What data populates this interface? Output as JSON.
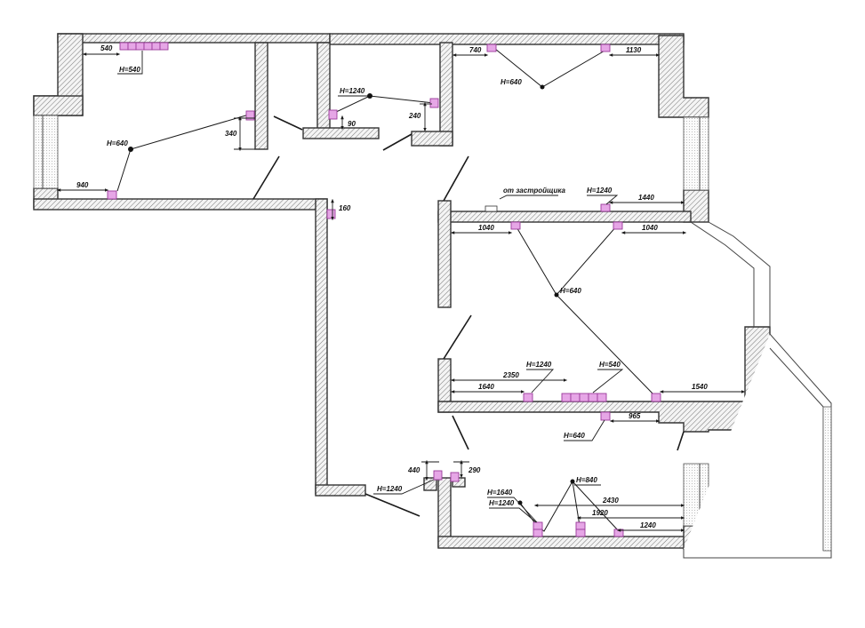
{
  "colors": {
    "wall_stroke": "#333333",
    "socket_fill": "#e6a6e6",
    "socket_stroke": "#9a3a9a",
    "line": "#1a1a1a",
    "background": "#ffffff"
  },
  "labels": [
    {
      "id": "d-540-top",
      "text": "540"
    },
    {
      "id": "h-540-top",
      "text": "H=540"
    },
    {
      "id": "h-640-left",
      "text": "H=640"
    },
    {
      "id": "d-340",
      "text": "340"
    },
    {
      "id": "d-940",
      "text": "940"
    },
    {
      "id": "h-1240-hall",
      "text": "H=1240"
    },
    {
      "id": "d-90",
      "text": "90"
    },
    {
      "id": "d-240",
      "text": "240"
    },
    {
      "id": "d-160",
      "text": "160"
    },
    {
      "id": "d-740",
      "text": "740"
    },
    {
      "id": "d-1130",
      "text": "1130"
    },
    {
      "id": "h-640-right",
      "text": "H=640"
    },
    {
      "id": "note-developer",
      "text": "от застройщика"
    },
    {
      "id": "h-1240-right",
      "text": "H=1240"
    },
    {
      "id": "d-1440",
      "text": "1440"
    },
    {
      "id": "d-1040-left",
      "text": "1040"
    },
    {
      "id": "d-1040-right",
      "text": "1040"
    },
    {
      "id": "h-640-center",
      "text": "H=640"
    },
    {
      "id": "h-1240-mid",
      "text": "H=1240"
    },
    {
      "id": "h-540-mid",
      "text": "H=540"
    },
    {
      "id": "d-2350",
      "text": "2350"
    },
    {
      "id": "d-1640",
      "text": "1640"
    },
    {
      "id": "d-1540",
      "text": "1540"
    },
    {
      "id": "d-965",
      "text": "965"
    },
    {
      "id": "h-640-bottom",
      "text": "H=640"
    },
    {
      "id": "d-440",
      "text": "440"
    },
    {
      "id": "d-290",
      "text": "290"
    },
    {
      "id": "h-1240-bl",
      "text": "H=1240"
    },
    {
      "id": "h-1640",
      "text": "H=1640"
    },
    {
      "id": "h-840",
      "text": "H=840"
    },
    {
      "id": "h-1240-br",
      "text": "H=1240"
    },
    {
      "id": "d-2430",
      "text": "2430"
    },
    {
      "id": "d-1920",
      "text": "1920"
    },
    {
      "id": "d-1240",
      "text": "1240"
    }
  ]
}
